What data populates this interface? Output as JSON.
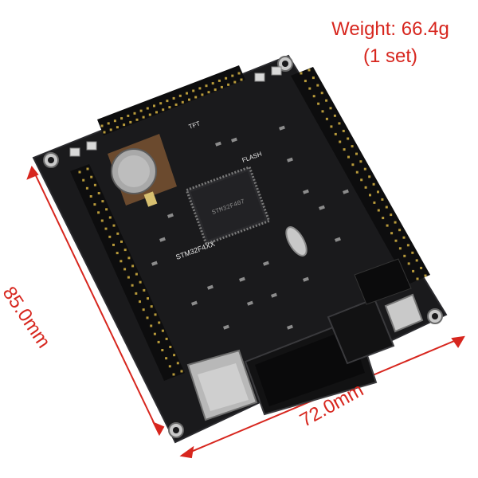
{
  "weight": {
    "line1": "Weight: 66.4g",
    "line2": "(1 set)"
  },
  "dimensions": {
    "height": "85.0mm",
    "width": "72.0mm"
  },
  "board": {
    "silk_model": "STM32F4XX",
    "silk_flash": "FLASH",
    "silk_tft": "TFT",
    "chip_text": "STM32F407"
  },
  "colors": {
    "annotation": "#d7261e",
    "pcb": "#1a1a1c",
    "header": "#0f0f10"
  }
}
